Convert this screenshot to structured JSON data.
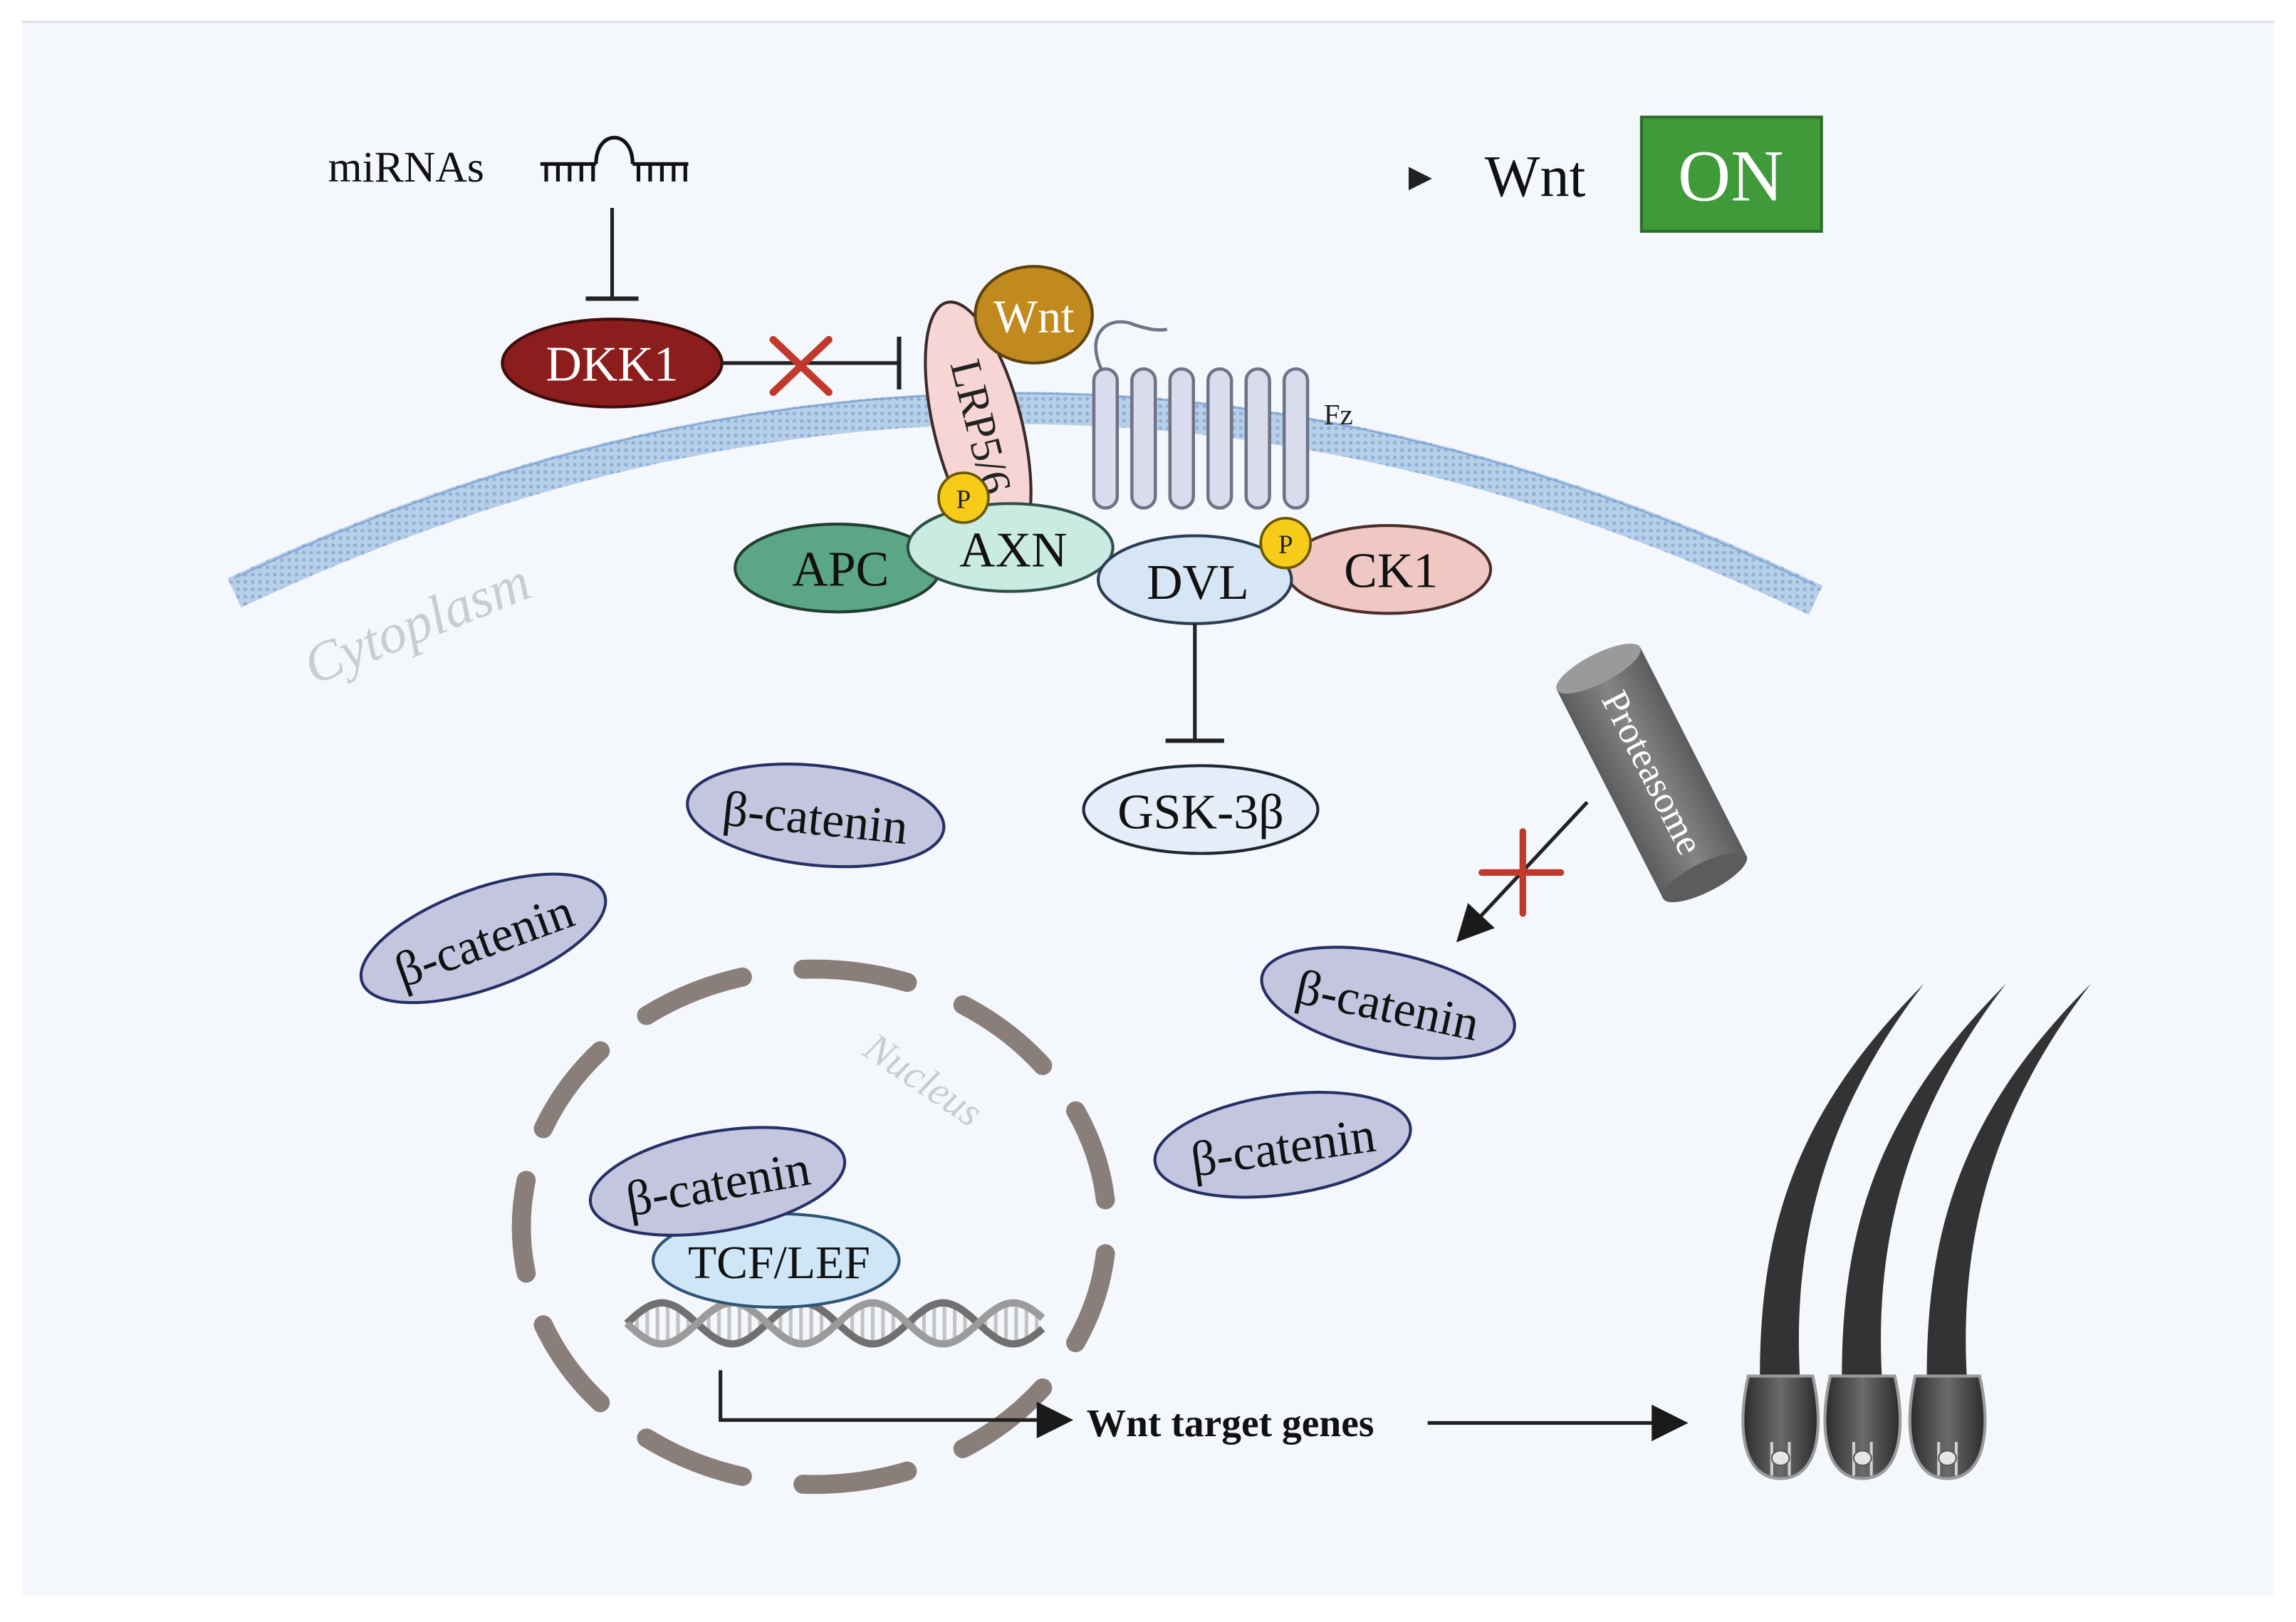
{
  "labels": {
    "mirnas": "miRNAs",
    "wnt_top": "Wnt",
    "on_badge": "ON",
    "dkk1": "DKK1",
    "wnt_ligand": "Wnt",
    "lrp": "LRP5/6",
    "fz": "Fz",
    "cytoplasm": "Cytoplasm",
    "apc": "APC",
    "axn": "AXN",
    "dvl": "DVL",
    "ck1": "CK1",
    "p": "P",
    "gsk": "GSK-3β",
    "proteasome": "Proteasome",
    "beta_catenin": "β-catenin",
    "nucleus": "Nucleus",
    "tcf_lef": "TCF/LEF",
    "target_genes": "Wnt target genes"
  },
  "colors": {
    "panel_bg": "#f4f7fb",
    "membrane": "#a9c3e3",
    "dkk1_fill": "#8b1d1d",
    "wnt_fill": "#c08a1e",
    "lrp_fill": "#f7d5d5",
    "apc_fill": "#5aa686",
    "axn_fill": "#c9ebe1",
    "dvl_fill": "#d7e6f5",
    "ck1_fill": "#efc7c3",
    "gsk_fill": "#e5eef8",
    "catenin_fill": "#c4c6e0",
    "catenin_stroke": "#262f66",
    "tcf_fill": "#cfe6f6",
    "phospho_fill": "#f7cc19",
    "on_fill": "#3f9a3a",
    "inhibit_x": "#c0392b",
    "nucleus_ring": "#8a7e7b",
    "proteasome_fill": "#6e6e6e",
    "hair_fill": "#3a3a3a"
  }
}
